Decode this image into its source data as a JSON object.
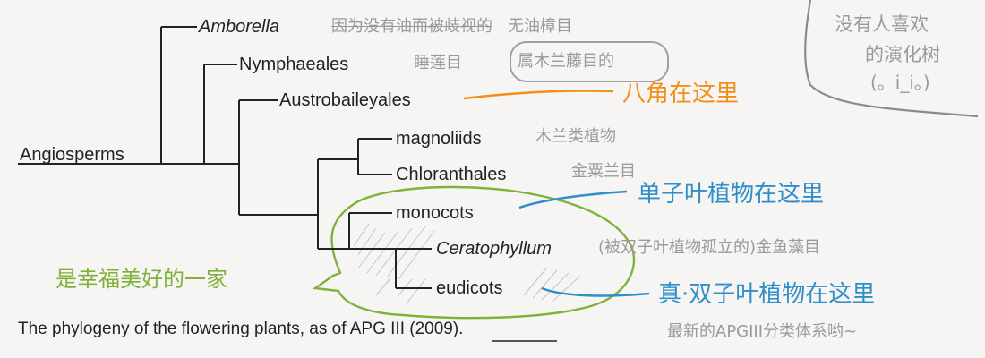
{
  "labels": {
    "root": "Angiosperms",
    "amborella": "Amborella",
    "nymphaeales": "Nymphaeales",
    "austrobaileyales": "Austrobaileyales",
    "magnoliids": "magnoliids",
    "chloranthales": "Chloranthales",
    "monocots": "monocots",
    "ceratophyllum": "Ceratophyllum",
    "eudicots": "eudicots"
  },
  "notes": {
    "amborella_strike": "因为没有油而被歧视的",
    "amborella_order": "无油樟目",
    "nymphaeales_order": "睡莲目",
    "nymphaeales_bubble": "属木兰藤目的",
    "austro_highlight": "八角在这里",
    "magnoliids_note": "木兰类植物",
    "chloranthales_note": "金粟兰目",
    "monocots_highlight": "单子叶植物在这里",
    "ceratophyllum_note": "(被双子叶植物孤立的)金鱼藻目",
    "eudicots_highlight": "真·双子叶植物在这里",
    "family_note": "是幸福美好的一家",
    "corner_line1": "没有人喜欢",
    "corner_line2": "的演化树",
    "corner_line3": "(。i_i。)"
  },
  "caption": {
    "text": "The phylogeny of the flowering plants, as of APG III (2009).",
    "apg_note": "最新的APGIII分类体系哟~"
  },
  "colors": {
    "line": "#222222",
    "gray_note": "#9a9a9a",
    "orange": "#f0901a",
    "blue": "#2f8fc8",
    "green": "#7fb23a",
    "background": "#f7f5f3"
  }
}
